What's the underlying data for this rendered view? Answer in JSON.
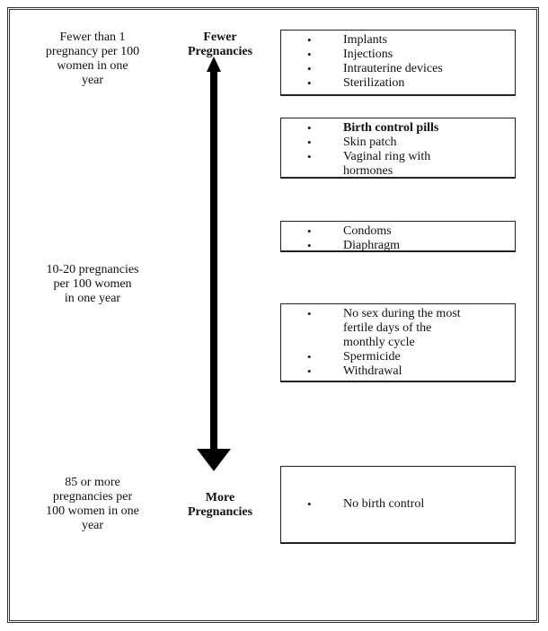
{
  "left_labels": {
    "top": [
      "Fewer than 1",
      "pregnancy per 100",
      "women in one",
      "year"
    ],
    "middle": [
      "10-20 pregnancies",
      "per 100 women",
      "in one year"
    ],
    "bottom": [
      "85 or more",
      "pregnancies per",
      "100 women in one",
      "year"
    ]
  },
  "axis": {
    "top_label": [
      "Fewer",
      "Pregnancies"
    ],
    "bottom_label": [
      "More",
      "Pregnancies"
    ]
  },
  "boxes": [
    {
      "items": [
        {
          "text": [
            "Implants"
          ]
        },
        {
          "text": [
            "Injections"
          ]
        },
        {
          "text": [
            "Intrauterine devices"
          ]
        },
        {
          "text": [
            "Sterilization"
          ]
        }
      ]
    },
    {
      "items": [
        {
          "text": [
            "Birth control pills"
          ],
          "bold": true
        },
        {
          "text": [
            "Skin patch"
          ]
        },
        {
          "text": [
            "Vaginal ring with",
            "hormones"
          ]
        }
      ]
    },
    {
      "items": [
        {
          "text": [
            "Condoms"
          ]
        },
        {
          "text": [
            "Diaphragm"
          ]
        }
      ]
    },
    {
      "items": [
        {
          "text": [
            "No sex during the most",
            "fertile days of the",
            "monthly cycle"
          ]
        },
        {
          "text": [
            "Spermicide"
          ]
        },
        {
          "text": [
            "Withdrawal"
          ]
        }
      ]
    },
    {
      "items": [
        {
          "text": [
            "No birth control"
          ]
        }
      ]
    }
  ],
  "bullet_char": "•"
}
